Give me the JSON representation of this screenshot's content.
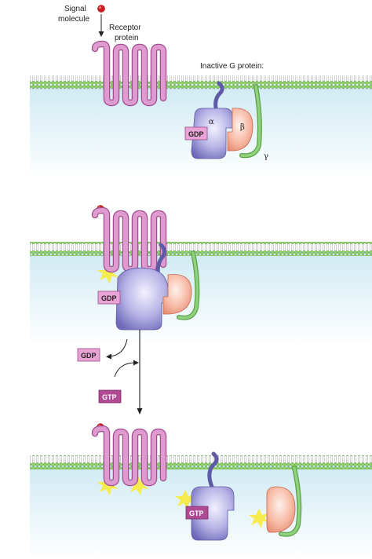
{
  "labels": {
    "signal_line1": "Signal",
    "signal_line2": "molecule",
    "receptor_line1": "Receptor",
    "receptor_line2": "protein",
    "inactive_g": "Inactive G protein:",
    "alpha": "α",
    "beta": "β",
    "gamma": "γ"
  },
  "tags": {
    "gdp_1": "GDP",
    "gdp_2": "GDP",
    "gdp_released": "GDP",
    "gtp_incoming": "GTP",
    "gtp_bound": "GTP"
  },
  "colors": {
    "receptor": "#d98bc6",
    "receptor_stroke": "#a04d90",
    "alpha": "#8a86cc",
    "alpha_light": "#d9d6f2",
    "beta": "#f4a48e",
    "beta_light": "#fde2d6",
    "gamma": "#7cc36a",
    "signal": "#d11f1f",
    "membrane_head": "#8fcf6a",
    "cytoplasm": "#e2f3f8",
    "gdp_tag": "#e9a3d6",
    "gtp_tag": "#b14a95",
    "activation_glow": "#f7ea3a"
  }
}
